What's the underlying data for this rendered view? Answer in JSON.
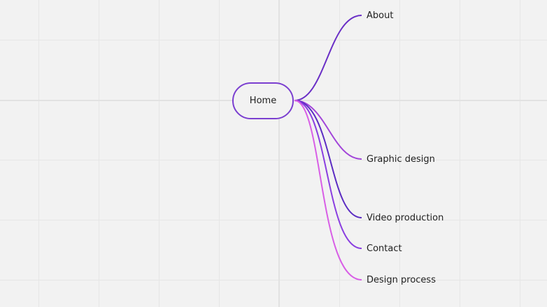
{
  "mindmap": {
    "root": {
      "label": "Home"
    },
    "branches": [
      {
        "label": "About",
        "color": "#6a2fc6"
      },
      {
        "label": "Graphic design",
        "color": "#a245d9"
      },
      {
        "label": "Video production",
        "color": "#5b2cc2"
      },
      {
        "label": "Contact",
        "color": "#8a3fe0"
      },
      {
        "label": "Design process",
        "color": "#d85ee6"
      }
    ]
  }
}
